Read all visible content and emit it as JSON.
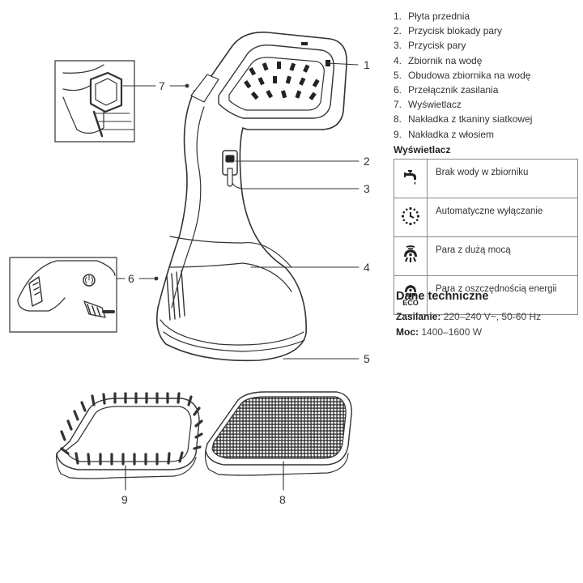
{
  "parts": [
    {
      "num": "1.",
      "label": "Płyta przednia"
    },
    {
      "num": "2.",
      "label": "Przycisk blokady pary"
    },
    {
      "num": "3.",
      "label": "Przycisk pary"
    },
    {
      "num": "4.",
      "label": "Zbiornik na wodę"
    },
    {
      "num": "5.",
      "label": "Obudowa zbiornika na wodę"
    },
    {
      "num": "6.",
      "label": "Przełącznik zasilania"
    },
    {
      "num": "7.",
      "label": "Wyświetlacz"
    },
    {
      "num": "8.",
      "label": "Nakładka z tkaniny siatkowej"
    },
    {
      "num": "9.",
      "label": "Nakładka z włosiem"
    }
  ],
  "display_section": {
    "title": "Wyświetlacz",
    "rows": [
      {
        "icon": "faucet-icon",
        "label": "Brak wody w zbiorniku"
      },
      {
        "icon": "auto-off-clock-icon",
        "label": "Automatyczne wyłączanie"
      },
      {
        "icon": "high-steam-icon",
        "label": "Para z dużą mocą"
      },
      {
        "icon": "eco-steam-icon",
        "label": "Para z oszczędnością energii",
        "icon_text": "ECO"
      }
    ]
  },
  "tech": {
    "title": "Dane techniczne",
    "rows": [
      {
        "label": "Zasilanie:",
        "value": "220–240 V~, 50-60 Hz"
      },
      {
        "label": "Moc:",
        "value": "1400–1600 W"
      }
    ]
  },
  "callouts": [
    "1",
    "2",
    "3",
    "4",
    "5",
    "6",
    "7",
    "8",
    "9"
  ]
}
